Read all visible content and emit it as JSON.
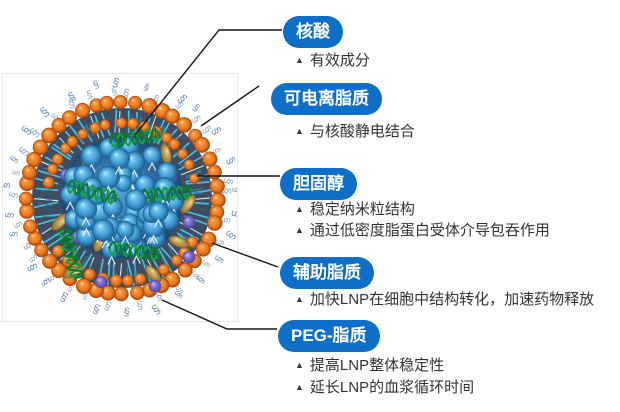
{
  "bullet_icon": "▲",
  "labels": [
    {
      "title": "核酸",
      "points": [
        "有效成分"
      ]
    },
    {
      "title": "可电离脂质",
      "points": [
        "与核酸静电结合"
      ]
    },
    {
      "title": "胆固醇",
      "points": [
        "稳定纳米粒结构",
        "通过低密度脂蛋白受体介导包吞作用"
      ]
    },
    {
      "title": "辅助脂质",
      "points": [
        "加快LNP在细胞中结构转化，加速药物释放"
      ]
    },
    {
      "title": "PEG-脂质",
      "points": [
        "提高LNP整体稳定性",
        "延长LNP的血浆循环时间"
      ]
    }
  ],
  "colors": {
    "accent_blue": "#0D6FC8",
    "label_text": "#FFFFFF",
    "body_text": "#333333",
    "leader_line": "#141414",
    "figure_border": "#E9E9E9",
    "lipid_head_orange": "#E8751D",
    "lipid_tail_teal": "#4FC2E4",
    "tail_light": "#D9F2FA",
    "tail_dark": "#2D89A8",
    "annulus_dark": "#3D4E63",
    "core_blue_mid": "#2F6F9F",
    "sphere_blue": "#3B93CC",
    "nucleic_acid_green": "#12A047",
    "nucleic_acid_green_dark": "#0A7C33",
    "helper_purple": "#7B6AD0",
    "cholesterol_tan": "#CFAE62",
    "peg_chain_blue": "#8FA9CC",
    "peg_chain_blue_2": "#6E8DB8"
  }
}
